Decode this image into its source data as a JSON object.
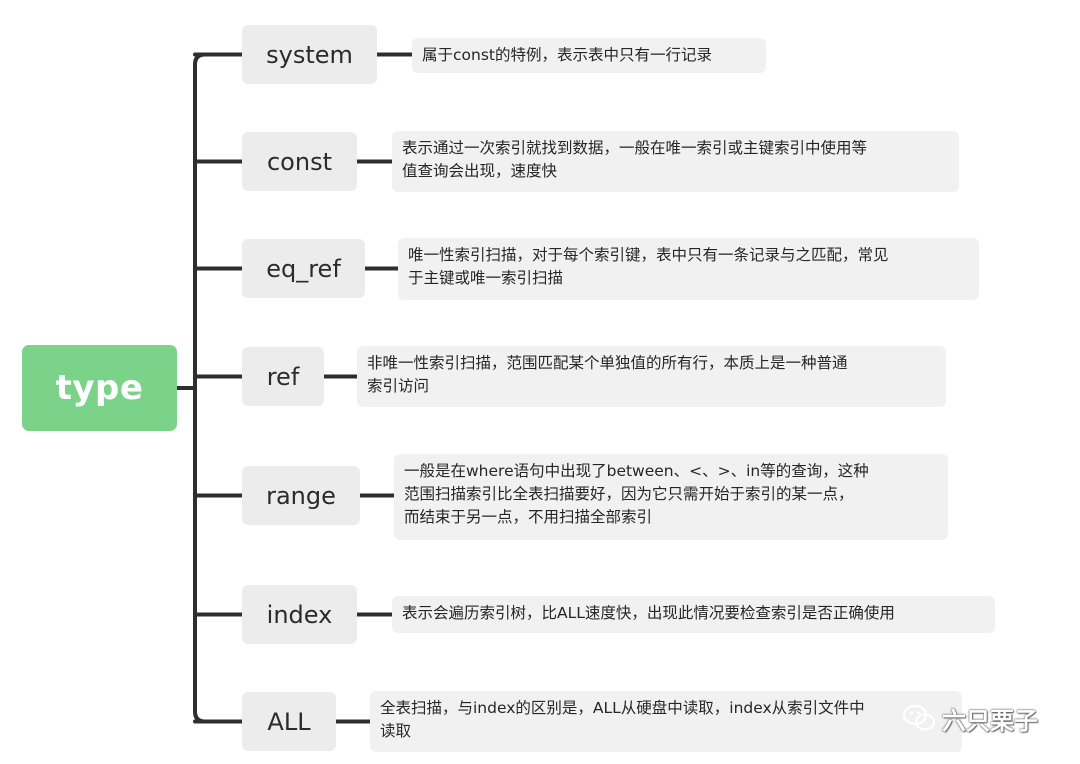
{
  "root": {
    "label": "type"
  },
  "items": [
    {
      "label": "system",
      "desc": "属于const的特例，表示表中只有一行记录"
    },
    {
      "label": "const",
      "desc": "表示通过一次索引就找到数据，一般在唯一索引或主键索引中使用等\n值查询会出现，速度快"
    },
    {
      "label": "eq_ref",
      "desc": "唯一性索引扫描，对于每个索引键，表中只有一条记录与之匹配，常见\n于主键或唯一索引扫描"
    },
    {
      "label": "ref",
      "desc": "非唯一性索引扫描，范围匹配某个单独值的所有行，本质上是一种普通\n索引访问"
    },
    {
      "label": "range",
      "desc": "一般是在where语句中出现了between、<、>、in等的查询，这种\n范围扫描索引比全表扫描要好，因为它只需开始于索引的某一点，\n而结束于另一点，不用扫描全部索引"
    },
    {
      "label": "index",
      "desc": "表示会遍历索引树，比ALL速度快，出现此情况要检查索引是否正确使用"
    },
    {
      "label": "ALL",
      "desc": "全表扫描，与index的区别是，ALL从硬盘中读取，index从索引文件中\n读取"
    }
  ],
  "watermark": {
    "text": "六只栗子"
  },
  "colors": {
    "root": "#7bd38a",
    "node": "#ececec",
    "desc": "#f1f1f1",
    "line": "#2e2e2e"
  }
}
